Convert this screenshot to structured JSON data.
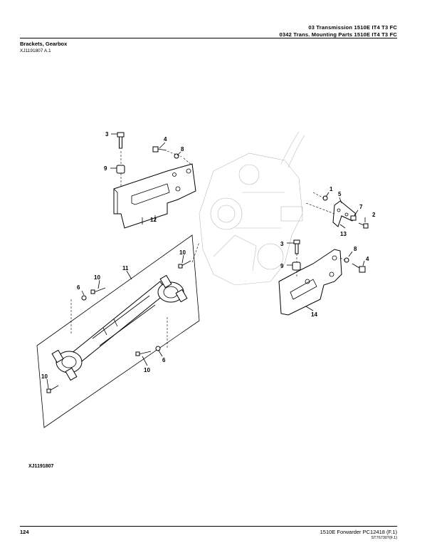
{
  "header": {
    "line1": "03 Transmission 1510E IT4 T3 FC",
    "line2": "0342 Trans.  Mounting Parts 1510E IT4 T3 FC"
  },
  "section": {
    "title": "Brackets, Gearbox",
    "reference": "XJ1191807 A.1"
  },
  "figure": {
    "id_label": "XJ1191807",
    "callouts": {
      "c1": "1",
      "c2": "2",
      "c3a": "3",
      "c3b": "3",
      "c4a": "4",
      "c4b": "4",
      "c5": "5",
      "c6a": "6",
      "c6b": "6",
      "c7": "7",
      "c8a": "8",
      "c8b": "8",
      "c9a": "9",
      "c9b": "9",
      "c10a": "10",
      "c10b": "10",
      "c10c": "10",
      "c10d": "10",
      "c11": "11",
      "c12": "12",
      "c13": "13",
      "c14": "14"
    }
  },
  "footer": {
    "page_number": "124",
    "doc": "1510E Forwarder   PC12418   (F.1)",
    "code": "ST76730?(F.1)"
  }
}
